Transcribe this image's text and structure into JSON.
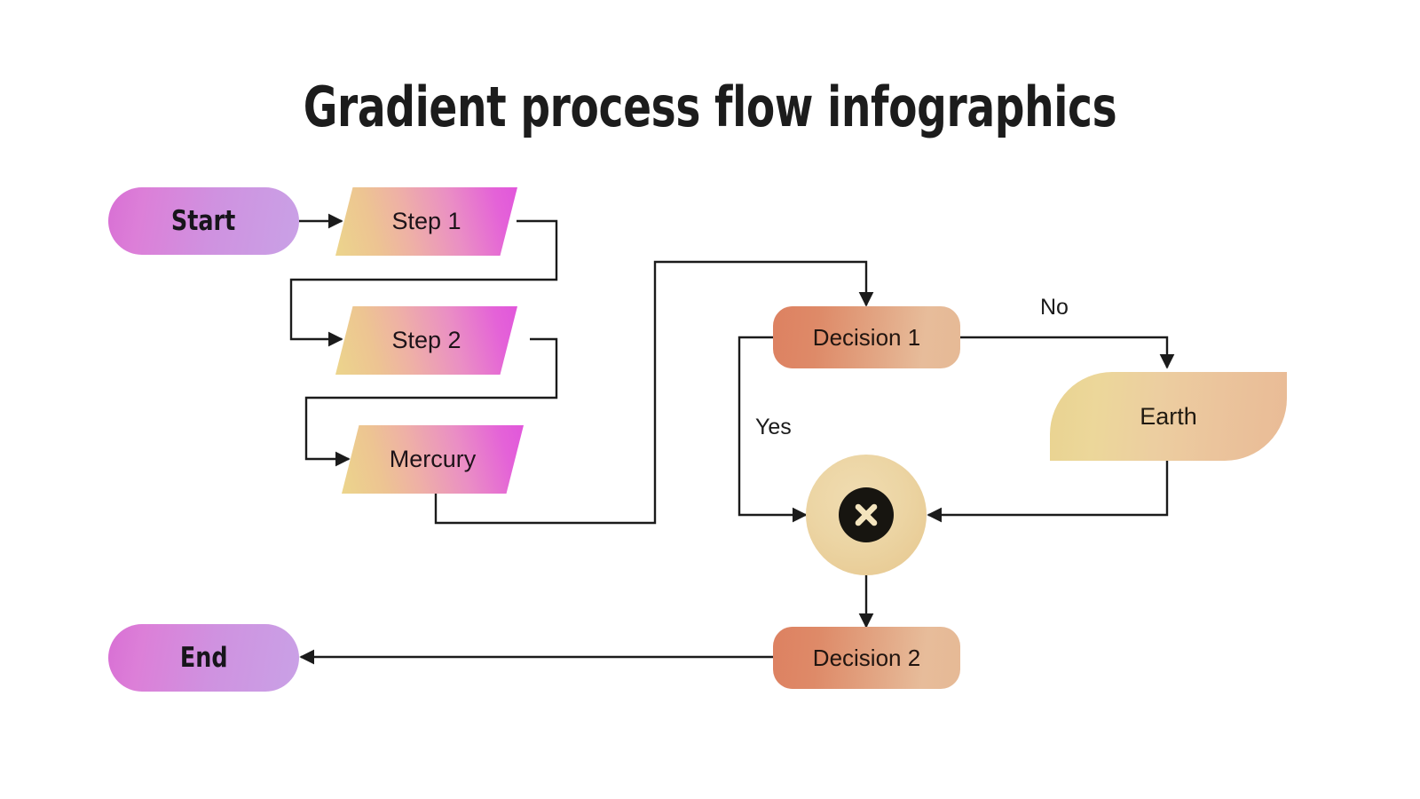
{
  "page": {
    "title": "Gradient process flow infographics",
    "background_color": "#ffffff"
  },
  "palette": {
    "terminator_start": "#d86fd4",
    "terminator_end": "#c9a1e6",
    "step_start": "#ecd58c",
    "step_end": "#e157db",
    "decision_start": "#dd8161",
    "decision_end": "#e6b995",
    "leaf_start": "#e9d391",
    "leaf_end": "#e9bb96",
    "circle_fill": "#ecd5a4",
    "badge_fill": "#171510",
    "badge_glyph": "#f3e4bd",
    "connector_stroke": "#1b1b1b",
    "text_color": "#1b1b1b"
  },
  "nodes": [
    {
      "id": "start",
      "label": "Start",
      "shape": "pill"
    },
    {
      "id": "step1",
      "label": "Step 1",
      "shape": "trapezoid"
    },
    {
      "id": "step2",
      "label": "Step 2",
      "shape": "trapezoid"
    },
    {
      "id": "mercury",
      "label": "Mercury",
      "shape": "trapezoid"
    },
    {
      "id": "decision1",
      "label": "Decision 1",
      "shape": "rounded-rect"
    },
    {
      "id": "earth",
      "label": "Earth",
      "shape": "diagonal-rounded-rect"
    },
    {
      "id": "circle",
      "label": "",
      "shape": "circle",
      "icon": "close-x-icon"
    },
    {
      "id": "decision2",
      "label": "Decision 2",
      "shape": "rounded-rect"
    },
    {
      "id": "end",
      "label": "End",
      "shape": "pill"
    }
  ],
  "edge_labels": [
    {
      "id": "yes",
      "text": "Yes"
    },
    {
      "id": "no",
      "text": "No"
    }
  ],
  "icons": {
    "close_x": "close-x-icon"
  }
}
